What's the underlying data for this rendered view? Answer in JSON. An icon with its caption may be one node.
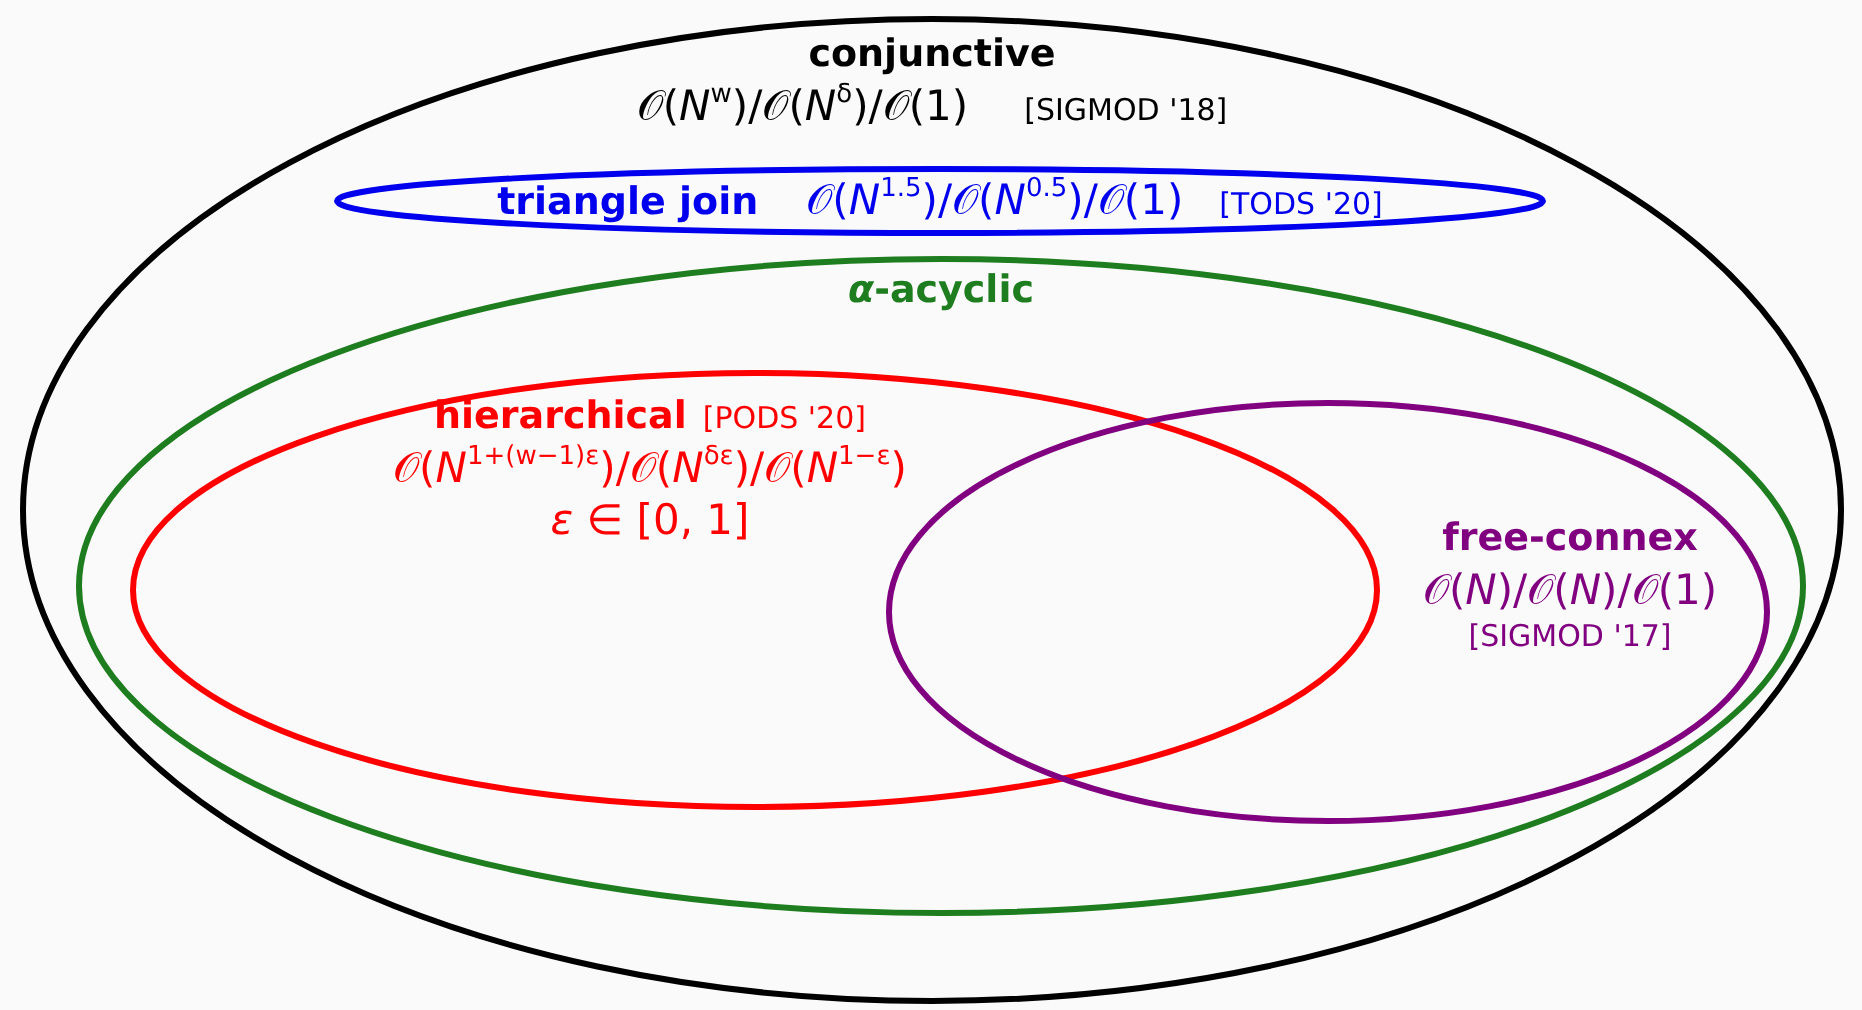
{
  "diagram": {
    "nodes": [
      {
        "text": [
          "conjunctive",
          "𝒪(*N*$^{w}$)/𝒪(*N*$^{δ}$)/𝒪(1)",
          "[SIGMOD '18]"
        ]
      },
      {
        "text": [
          "triangle join",
          "𝒪(*N*$^{1.5}$)/𝒪(*N*$^{0.5}$)/𝒪(1)",
          "[TODS '20]"
        ],
        "in": 0
      },
      {
        "text": [
          "*α*-**acyclic**"
        ],
        "in": 0
      },
      {
        "text": [
          "hierarchical",
          "[PODS '20]",
          "𝒪(*N*$^{1+(w−1)ε}$)/𝒪(*N*$^{δε}$)/𝒪(*N*$^{1−ε}$)",
          "*ε* ∈ [0, 1]"
        ],
        "in": 2
      },
      {
        "text": [
          "free-connex",
          "𝒪(*N*)/𝒪(*N*)/𝒪(1)",
          "[SIGMOD '17]"
        ],
        "in": 2
      }
    ]
  }
}
